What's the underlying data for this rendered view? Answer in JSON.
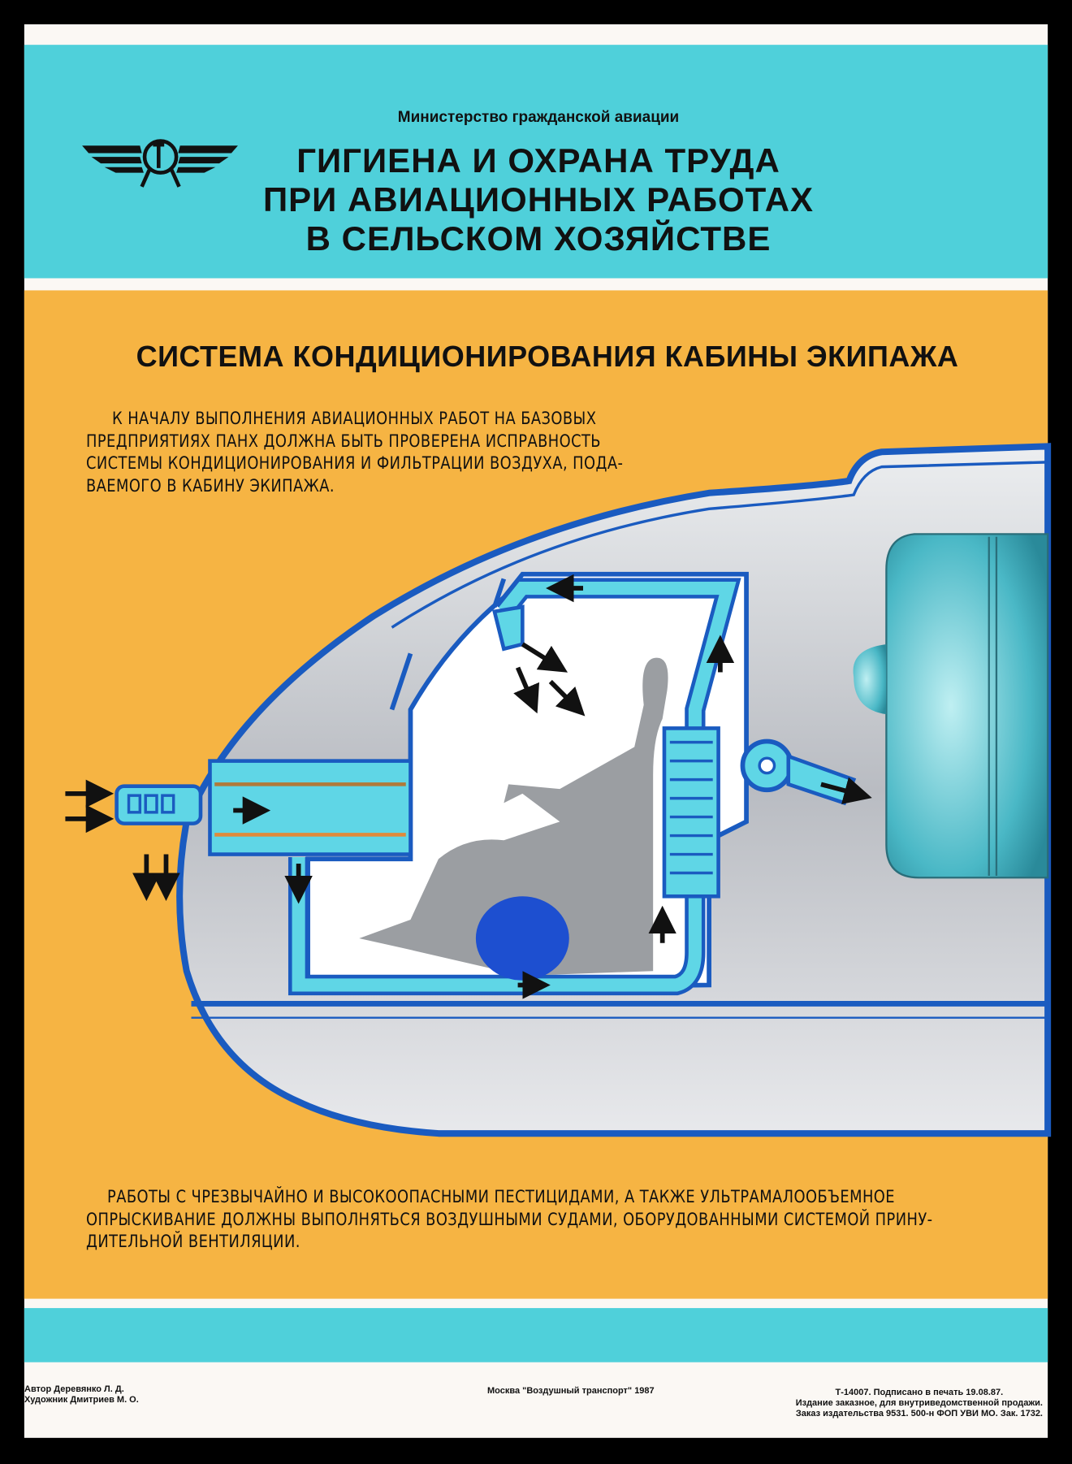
{
  "header": {
    "ministry": "Министерство гражданской авиации",
    "title_lines": [
      "ГИГИЕНА И ОХРАНА ТРУДА",
      "ПРИ АВИАЦИОННЫХ РАБОТАХ",
      "В СЕЛЬСКОМ ХОЗЯЙСТВЕ"
    ],
    "emblem_icon": "aeroflot-winged-hammer-sickle-icon"
  },
  "section": {
    "heading": "СИСТЕМА КОНДИЦИОНИРОВАНИЯ КАБИНЫ ЭКИПАЖА",
    "intro_lines": [
      "К началу выполнения авиационных работ на базовых",
      "предприятиях ПАНХ должна быть проверена исправность",
      "системы кондиционирования и фильтрации воздуха, пода-",
      "ваемого в кабину экипажа."
    ],
    "note_lines": [
      "Работы с чрезвычайно и высокоопасными пестицидами, а также ультрамалообъемное",
      "опрыскивание должны выполняться воздушными судами, оборудованными системой прину-",
      "дительной вентиляции."
    ]
  },
  "footer": {
    "credits": [
      "Автор Деревянко Л. Д.",
      "Художник Дмитриев М. О."
    ],
    "publisher": "Москва \"Воздушный транспорт\" 1987",
    "imprint": [
      "Т-14007. Подписано в печать 19.08.87.",
      "Издание заказное, для внутриведомственной продажи.",
      "Заказ издательства 9531. 500-н ФОП УВИ МО. Зак. 1732."
    ]
  },
  "colors": {
    "cyan_band": "#4fd0da",
    "orange_field": "#f6b443",
    "duct_cyan": "#5fd6e6",
    "outline_blue": "#1a5bc0",
    "frame": "#000000"
  }
}
